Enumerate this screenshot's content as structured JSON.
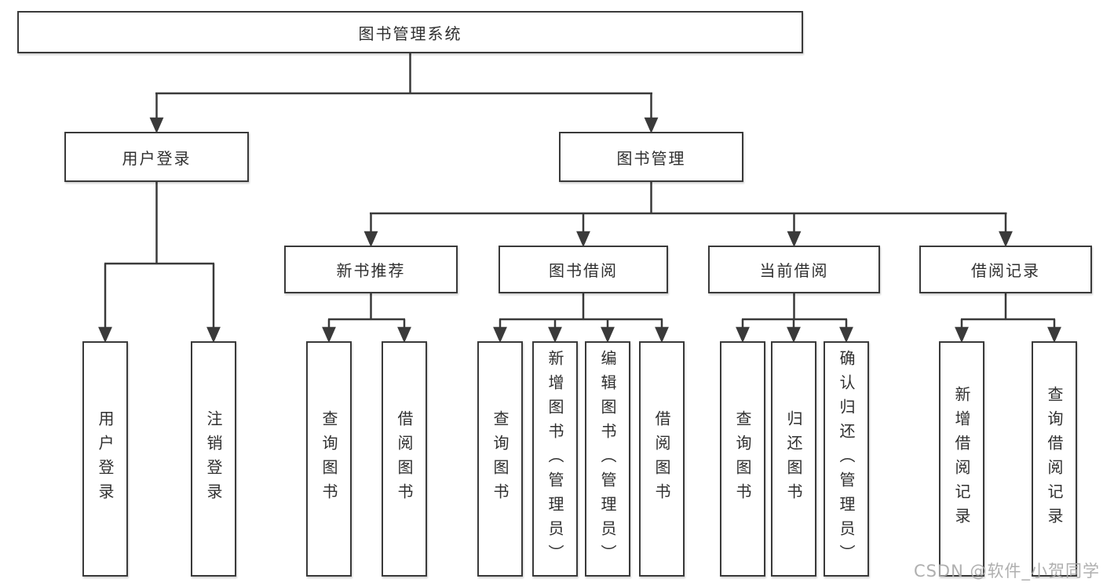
{
  "diagram": {
    "type": "hierarchy-tree",
    "nodes": {
      "root": {
        "label": "图书管理系统"
      },
      "level2": [
        {
          "label": "用户登录",
          "parent": "图书管理系统"
        },
        {
          "label": "图书管理",
          "parent": "图书管理系统"
        }
      ],
      "level3": [
        {
          "label": "新书推荐",
          "parent": "图书管理"
        },
        {
          "label": "图书借阅",
          "parent": "图书管理"
        },
        {
          "label": "当前借阅",
          "parent": "图书管理"
        },
        {
          "label": "借阅记录",
          "parent": "图书管理"
        }
      ],
      "leaves": [
        {
          "label": "用户登录",
          "parent": "用户登录"
        },
        {
          "label": "注销登录",
          "parent": "用户登录"
        },
        {
          "label": "查询图书",
          "parent": "新书推荐"
        },
        {
          "label": "借阅图书",
          "parent": "新书推荐"
        },
        {
          "label": "查询图书",
          "parent": "图书借阅"
        },
        {
          "label": "新增图书（管理员）",
          "parent": "图书借阅"
        },
        {
          "label": "编辑图书（管理员）",
          "parent": "图书借阅"
        },
        {
          "label": "借阅图书",
          "parent": "图书借阅"
        },
        {
          "label": "查询图书",
          "parent": "当前借阅"
        },
        {
          "label": "归还图书",
          "parent": "当前借阅"
        },
        {
          "label": "确认归还（管理员）",
          "parent": "当前借阅"
        },
        {
          "label": "新增借阅记录",
          "parent": "借阅记录"
        },
        {
          "label": "查询借阅记录",
          "parent": "借阅记录"
        }
      ]
    },
    "watermark": "CSDN @软件_小贺同学",
    "colors": {
      "line": "#3a3a3a",
      "text": "#2f2f2f",
      "box_background": "#ffffff",
      "page_background": "#ffffff",
      "watermark": "#a8a8a8"
    }
  }
}
